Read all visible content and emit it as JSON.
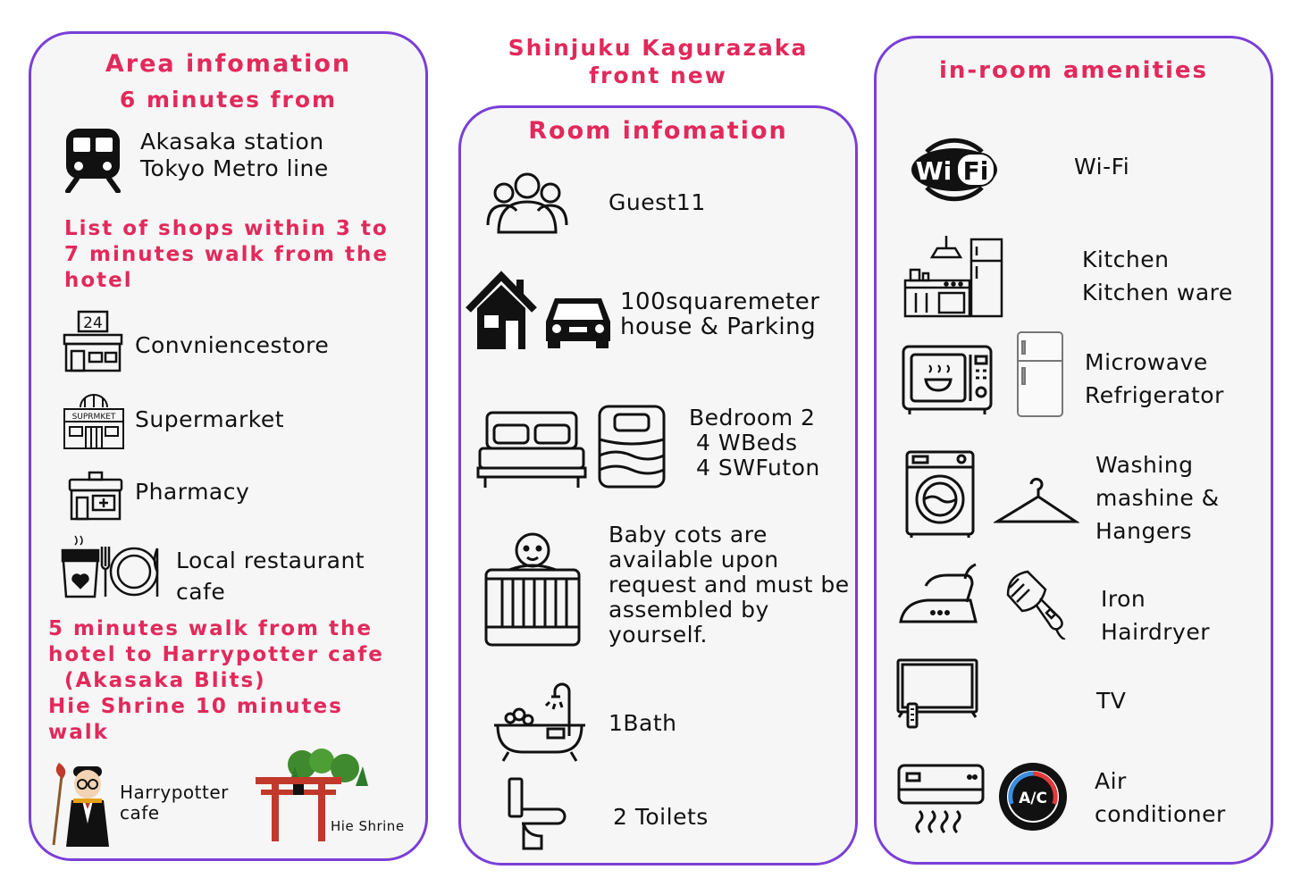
{
  "title": {
    "line1": "Shinjuku Kagurazaka",
    "line2": "front new"
  },
  "area": {
    "heading": "Area infomation",
    "subheading": "6 minutes from",
    "station": {
      "line1": "Akasaka station",
      "line2": "Tokyo Metro line"
    },
    "shops_heading": {
      "line1": "List of shops within 3 to",
      "line2": "7 minutes walk from the",
      "line3": "hotel"
    },
    "shops": {
      "convenience": "Convniencestore",
      "supermarket": "Supermarket",
      "pharmacy": "Pharmacy",
      "restaurant": {
        "line1": "Local restaurant",
        "line2": "cafe"
      }
    },
    "harry_note": {
      "line1": "5 minutes walk from the",
      "line2": "hotel to Harrypotter cafe",
      "line3": "(Akasaka Blits)",
      "line4": "Hie Shrine 10 minutes",
      "line5": "walk"
    },
    "harry_label": {
      "line1": "Harrypotter",
      "line2": "cafe"
    },
    "shrine_label": "Hie Shrine",
    "store_sign": "24",
    "supermarket_sign": "SUPRMKET"
  },
  "room": {
    "heading": "Room infomation",
    "guests": "Guest11",
    "house": {
      "line1": "100squaremeter",
      "line2": "house & Parking"
    },
    "bedroom": {
      "line1": "Bedroom 2",
      "line2": "4 WBeds",
      "line3": "4 SWFuton"
    },
    "baby": {
      "line1": "Baby cots are",
      "line2": "available upon",
      "line3": "request and must be",
      "line4": "assembled by",
      "line5": "yourself."
    },
    "bath": "1Bath",
    "toilets": "2 Toilets"
  },
  "amenities": {
    "heading": "in-room amenities",
    "wifi": "Wi-Fi",
    "wifi_logo": {
      "a": "Wi",
      "b": "Fi"
    },
    "kitchen": {
      "line1": "Kitchen",
      "line2": "Kitchen ware"
    },
    "microwave": {
      "line1": "Microwave",
      "line2": "Refrigerator"
    },
    "washing": {
      "line1": "Washing",
      "line2": "mashine &",
      "line3": "Hangers"
    },
    "iron": {
      "line1": "Iron",
      "line2": "Hairdryer"
    },
    "tv": "TV",
    "ac": {
      "line1": "Air",
      "line2": "conditioner"
    },
    "ac_badge": "A/C"
  },
  "colors": {
    "accent": "#e2295b",
    "border": "#7a3fd6",
    "panel_bg": "#f6f6f6"
  }
}
